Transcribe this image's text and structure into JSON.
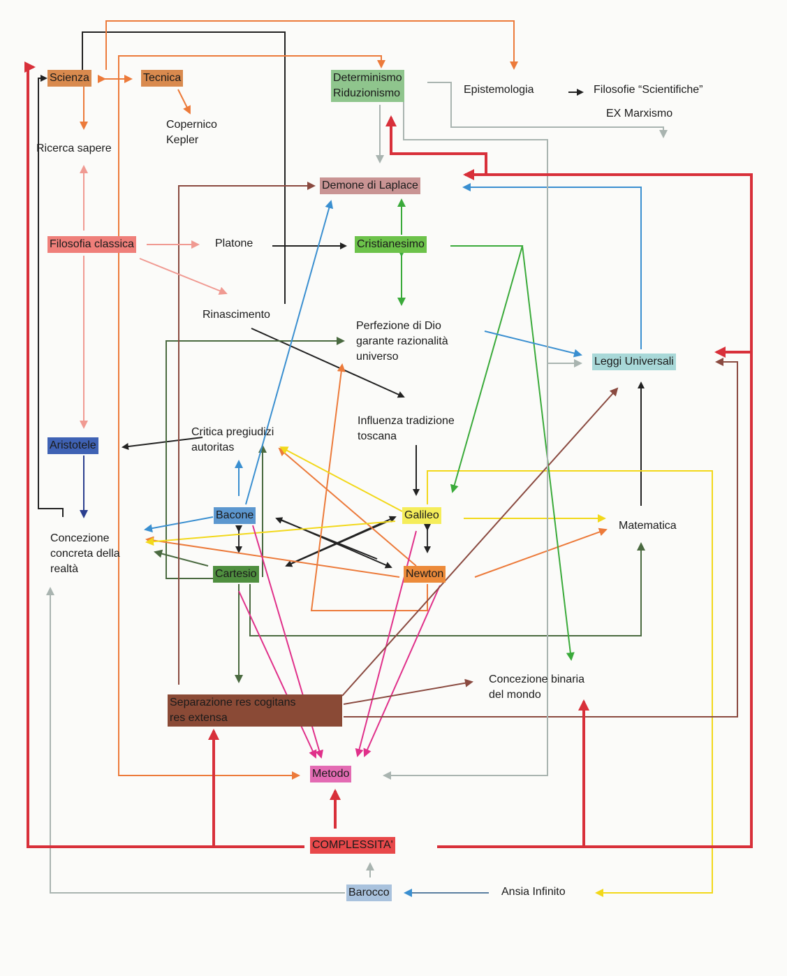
{
  "nodes": {
    "scienza": "Scienza",
    "tecnica": "Tecnica",
    "determinismo_1": "Determinismo",
    "determinismo_2": "Riduzionismo",
    "epistemologia": "Epistemologia",
    "filosofie_scientifiche": "Filosofie “Scientifiche”",
    "ex_marxismo": "EX Marxismo",
    "copernico_1": "Copernico",
    "copernico_2": "Kepler",
    "ricerca_sapere": "Ricerca sapere",
    "demone_laplace": "Demone di Laplace",
    "filosofia_classica": "Filosofia classica",
    "platone": "Platone",
    "cristianesimo": "Cristianesimo",
    "rinascimento": "Rinascimento",
    "perfezione_1": "Perfezione di Dio",
    "perfezione_2": "garante razionalità",
    "perfezione_3": "universo",
    "leggi_universali": "Leggi Universali",
    "influenza_1": "Influenza tradizione",
    "influenza_2": "toscana",
    "critica_1": "Critica pregiudizi",
    "critica_2": "autoritas",
    "aristotele": "Aristotele",
    "bacone": "Bacone",
    "galileo": "Galileo",
    "matematica": "Matematica",
    "concezione_1": "Concezione",
    "concezione_2": "concreta della",
    "concezione_3": "realtà",
    "cartesio": "Cartesio",
    "newton": "Newton",
    "binaria_1": "Concezione binaria",
    "binaria_2": "del mondo",
    "separazione_1": "Separazione res cogitans",
    "separazione_2": "res extensa",
    "metodo": "Metodo",
    "complessita": "COMPLESSITA'",
    "barocco": "Barocco",
    "ansia_infinito": "Ansia Infinito"
  },
  "colors": {
    "scienza_bg": "#d98a4e",
    "tecnica_bg": "#d98a4e",
    "determinismo_bg": "#8fc58d",
    "demone_bg": "#c99494",
    "filosofia_bg": "#ef7f7a",
    "cristianesimo_bg": "#6cc24a",
    "leggi_bg": "#a8d8d8",
    "aristotele_bg": "#3f62b4",
    "bacone_bg": "#5c97cf",
    "galileo_bg": "#f5ed5a",
    "cartesio_bg": "#4f8f3f",
    "newton_bg": "#ec8a3a",
    "separazione_bg": "#8a4a36",
    "metodo_bg": "#e36bb3",
    "complessita_bg": "#e8484a",
    "barocco_bg": "#a9c2dd",
    "arrow_red": "#d8303a",
    "arrow_blue": "#3a8fd0",
    "arrow_green": "#3aaa3a",
    "arrow_yellow": "#f2d81a",
    "arrow_orange": "#ec7a3a",
    "arrow_pink": "#e0308a",
    "arrow_brown": "#8a4a40",
    "arrow_black": "#222222",
    "arrow_grey": "#a9b4b0",
    "arrow_salmon": "#f09a92"
  }
}
